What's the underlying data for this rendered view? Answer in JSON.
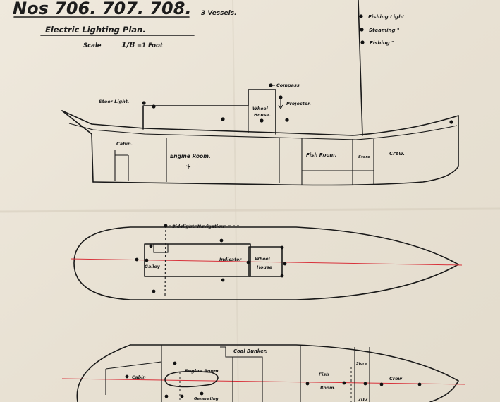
{
  "header": {
    "number": "Nos 706. 707. 708.",
    "vessels": "3 Vessels.",
    "plan_title": "Electric Lighting Plan.",
    "scale_prefix": "Scale",
    "scale_fraction": "1/8",
    "scale_suffix": "=1 Foot"
  },
  "mast_lights": {
    "fishing_light": "Fishing Light",
    "steaming": "Steaming \"",
    "fishing": "Fishing \""
  },
  "elevation": {
    "compass": "Compass",
    "projector": "Projector.",
    "steer_light": "Steer Light.",
    "wheel_house": [
      "Wheel",
      "House."
    ],
    "cabin": "Cabin.",
    "engine_room": "Engine Room.",
    "fish_room": "Fish Room.",
    "store": "Store",
    "crew": "Crew."
  },
  "deck_plan": {
    "sidelight": "Sidelight. Navigation",
    "galley": "Galley",
    "indicator": "Indicator",
    "wheel_house": [
      "Wheel",
      "House"
    ]
  },
  "lower_plan": {
    "coal_bunker": "Coal Bunker.",
    "cabin": "Cabin",
    "engine_room": "Engine Room.",
    "fish_room": [
      "Fish",
      "Room."
    ],
    "store": "Store",
    "crew": "Crew",
    "generating": "Generating",
    "vessel_no": "707"
  }
}
